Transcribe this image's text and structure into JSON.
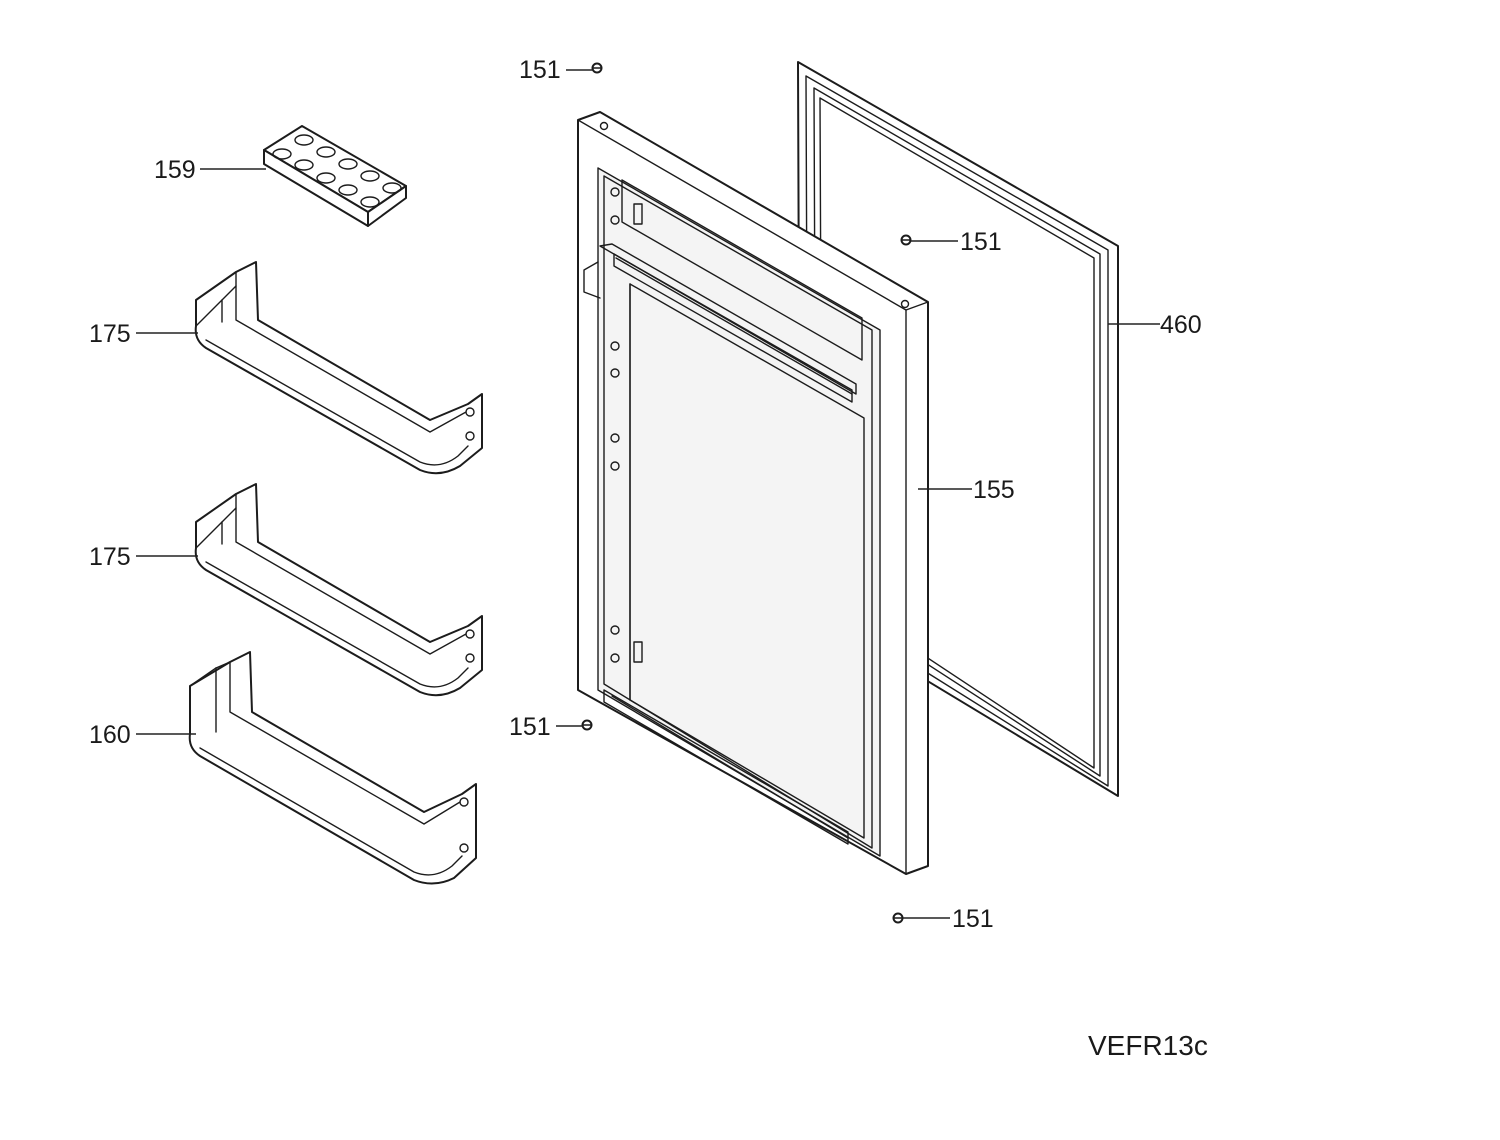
{
  "diagram": {
    "model_code": "VEFR13c",
    "callouts": {
      "screw_top": "151",
      "screw_right": "151",
      "screw_left": "151",
      "screw_bottom": "151",
      "egg_tray": "159",
      "shelf_top": "175",
      "shelf_middle": "175",
      "shelf_bottom": "160",
      "door": "155",
      "gasket": "460"
    }
  }
}
